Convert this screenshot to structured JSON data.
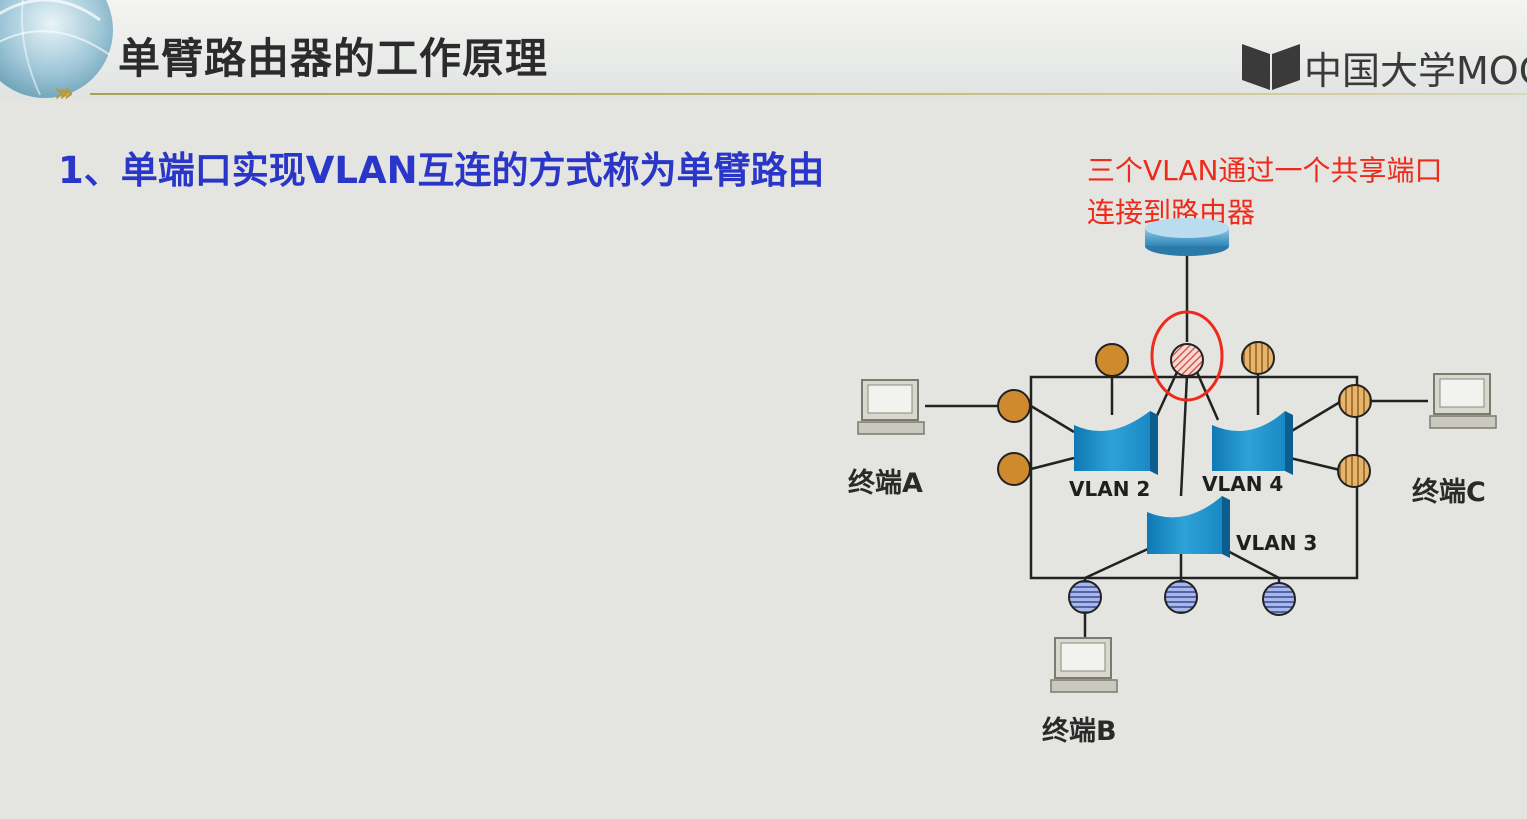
{
  "header": {
    "title": "单臂路由器的工作原理",
    "logo_text": "中国大学MOC"
  },
  "subtitle": "1、单端口实现VLAN互连的方式称为单臂路由",
  "annotation": {
    "line1": "三个VLAN通过一个共享端口",
    "line2": "连接到路由器"
  },
  "diagram": {
    "terminals": {
      "a": "终端A",
      "b": "终端B",
      "c": "终端C"
    },
    "vlans": {
      "v2": "VLAN 2",
      "v3": "VLAN 3",
      "v4": "VLAN 4"
    },
    "colors": {
      "vlan2_port": "#d08a2e",
      "vlan4_port": "#e6b46a",
      "vlan3_port": "#8a9fd8",
      "shared_port": "#e0665a",
      "switch": "#1f8fc4",
      "highlight": "#ee2a1b"
    }
  }
}
